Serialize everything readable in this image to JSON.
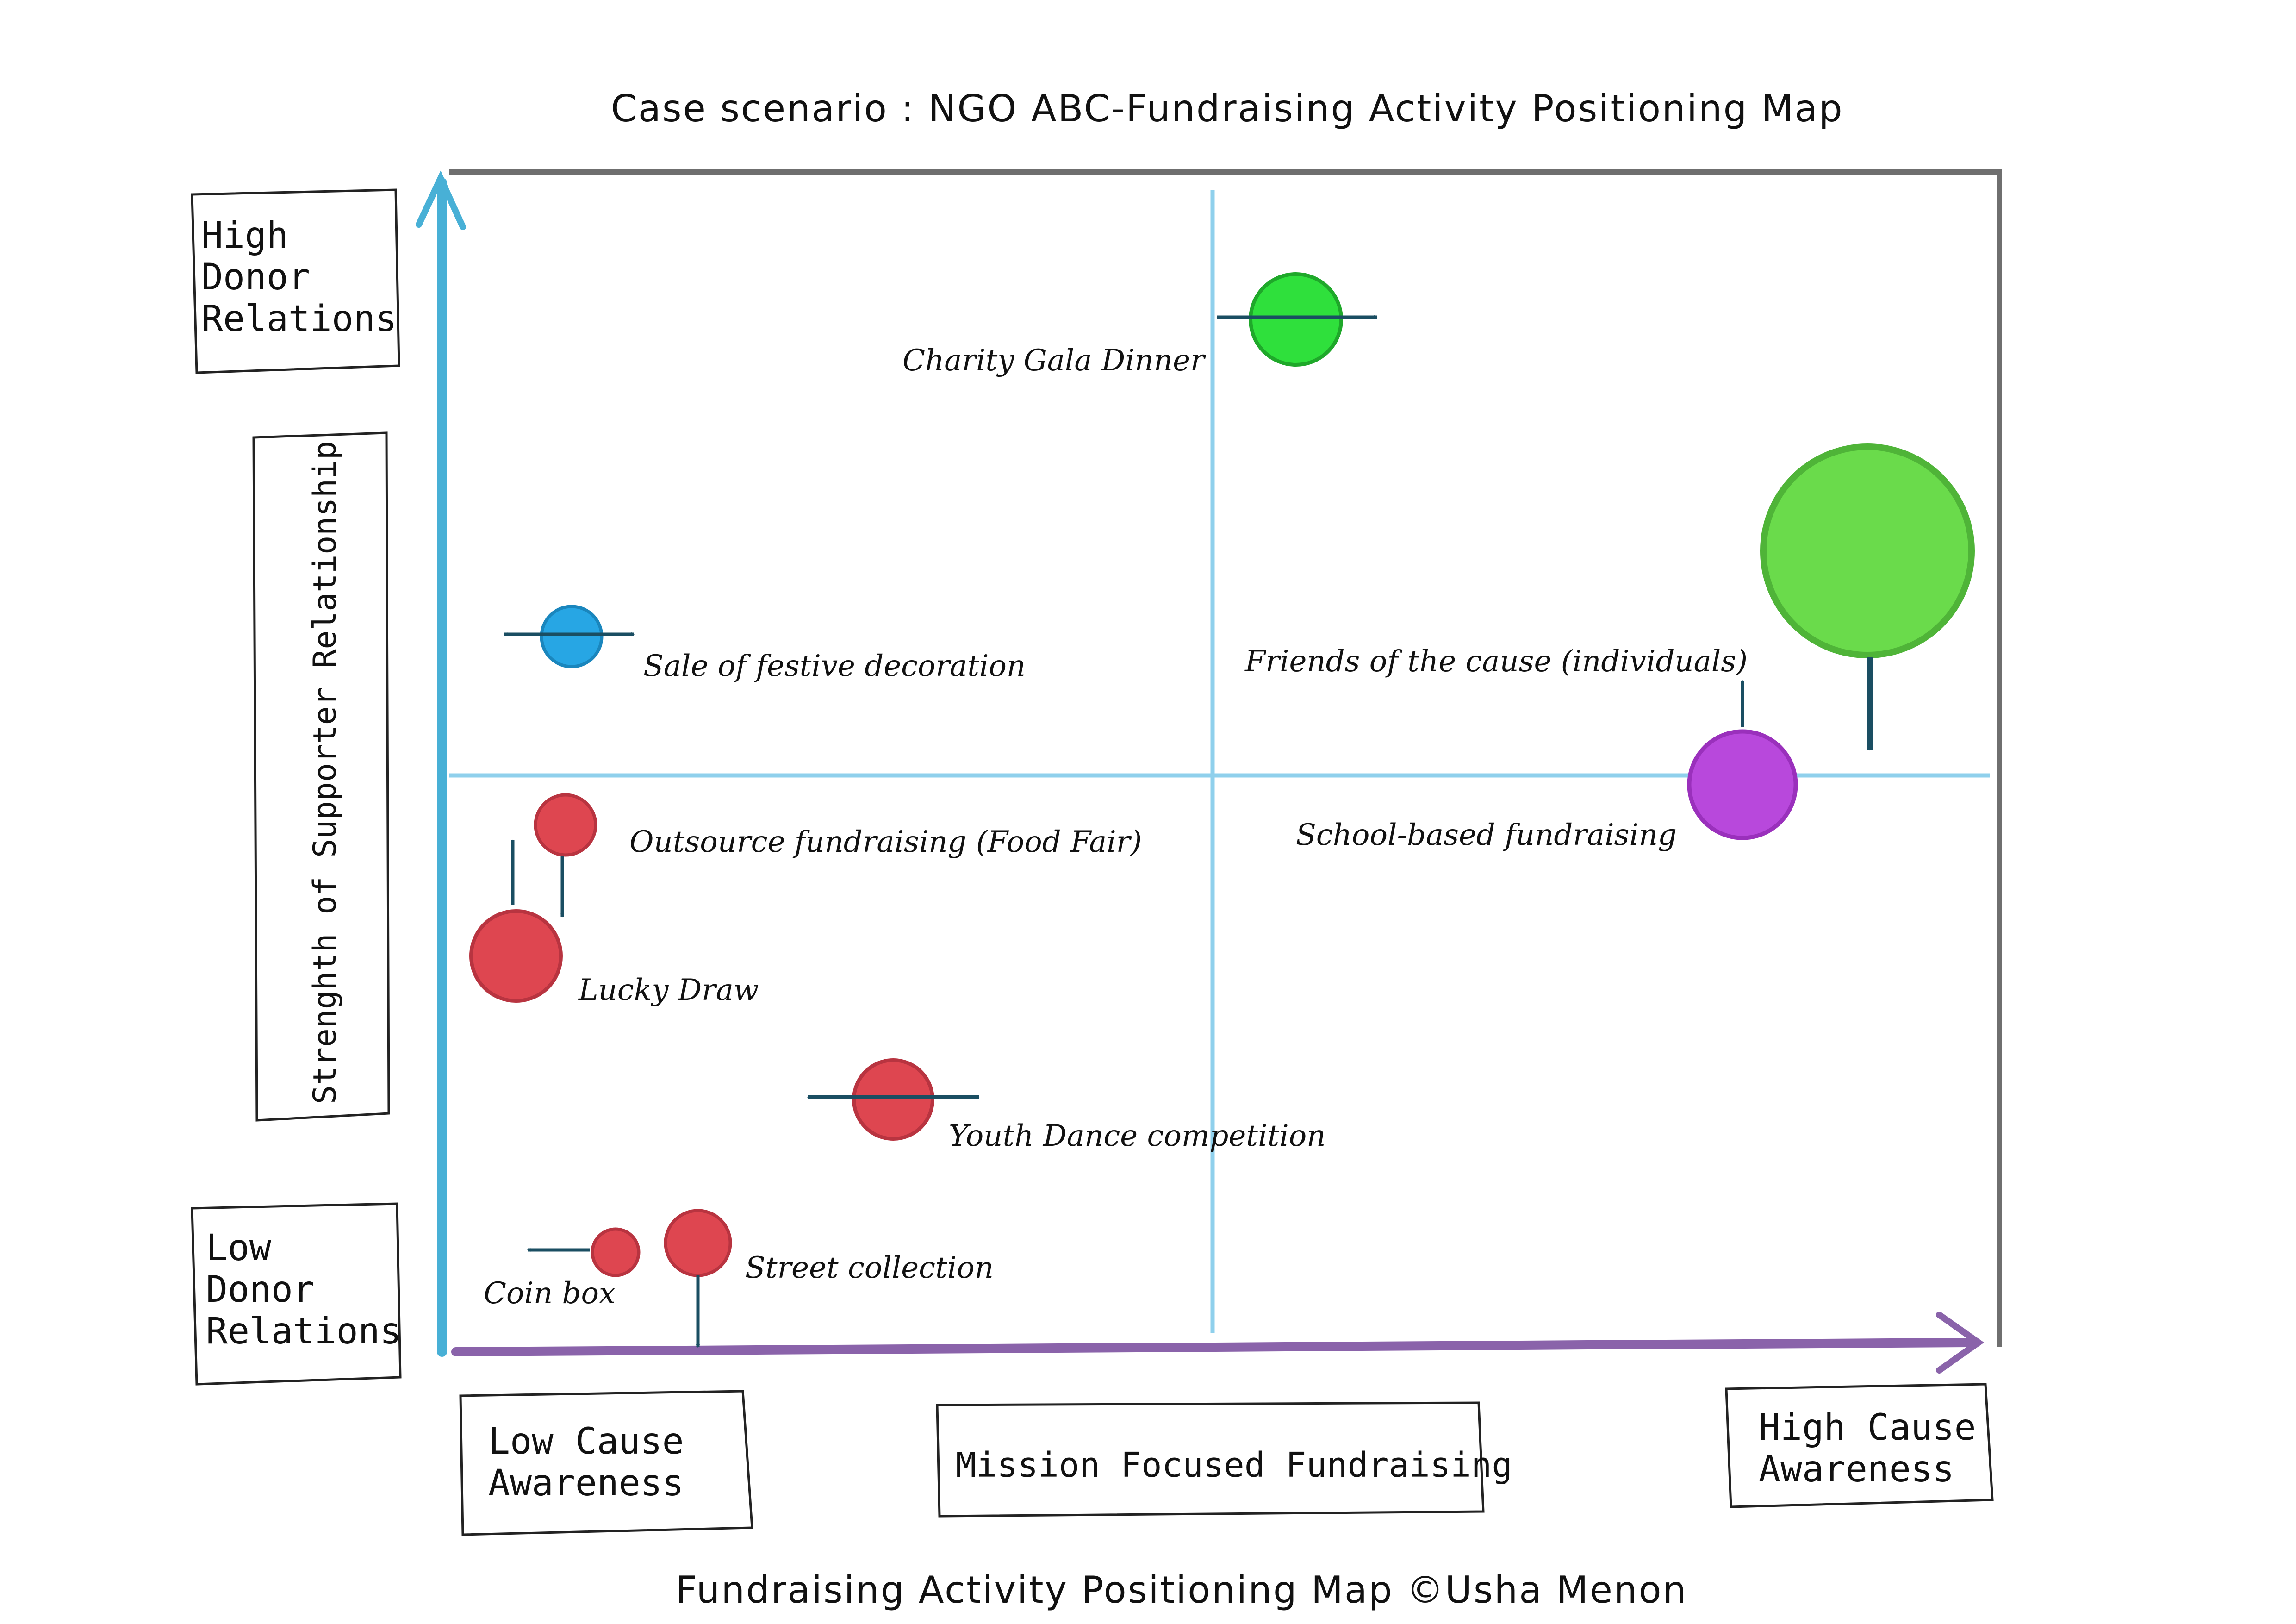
{
  "title": "Case scenario : NGO ABC-Fundraising Activity Positioning Map",
  "footer": "Fundraising Activity Positioning Map  ©Usha Menon",
  "y_axis": {
    "high_label": [
      "High",
      "Donor",
      "Relations"
    ],
    "low_label": [
      "Low",
      "Donor",
      "Relations"
    ],
    "title": "Strenghth of Supporter Relationship"
  },
  "x_axis": {
    "low_label": [
      "Low Cause",
      "Awareness"
    ],
    "middle_label": "Mission Focused Fundraising",
    "high_label": [
      "High Cause",
      "Awareness"
    ]
  },
  "colors": {
    "red": "#de4650",
    "green_small": "#2fe03c",
    "green_large": "#6adb4b",
    "purple": "#b848dc",
    "blue": "#27a6e4",
    "arrow": "#1a4e62",
    "y_axis": "#48b0d6",
    "x_axis": "#8a63aa",
    "quadrant_lines": "#8fd0ec",
    "frame": "#6f6f6f"
  },
  "activities": [
    {
      "id": "charity-gala-dinner",
      "label": "Charity Gala Dinner",
      "color": "green_small",
      "movement": "horizontal"
    },
    {
      "id": "friends-of-the-cause",
      "label": "Friends of the cause (individuals)",
      "color": "green_large",
      "movement": "down"
    },
    {
      "id": "school-based-fundraising",
      "label": "School-based fundraising",
      "color": "purple",
      "movement": "up"
    },
    {
      "id": "sale-of-festive-decoration",
      "label": "Sale of festive decoration",
      "color": "blue",
      "movement": "horizontal"
    },
    {
      "id": "outsource-fundraising",
      "label": "Outsource fundraising (Food Fair)",
      "color": "red",
      "movement": "down"
    },
    {
      "id": "lucky-draw",
      "label": "Lucky Draw",
      "color": "red",
      "movement": "up"
    },
    {
      "id": "youth-dance-competition",
      "label": "Youth Dance competition",
      "color": "red",
      "movement": "horizontal"
    },
    {
      "id": "coin-box",
      "label": "Coin box",
      "color": "red",
      "movement": "left"
    },
    {
      "id": "street-collection",
      "label": "Street collection",
      "color": "red",
      "movement": "down"
    }
  ]
}
